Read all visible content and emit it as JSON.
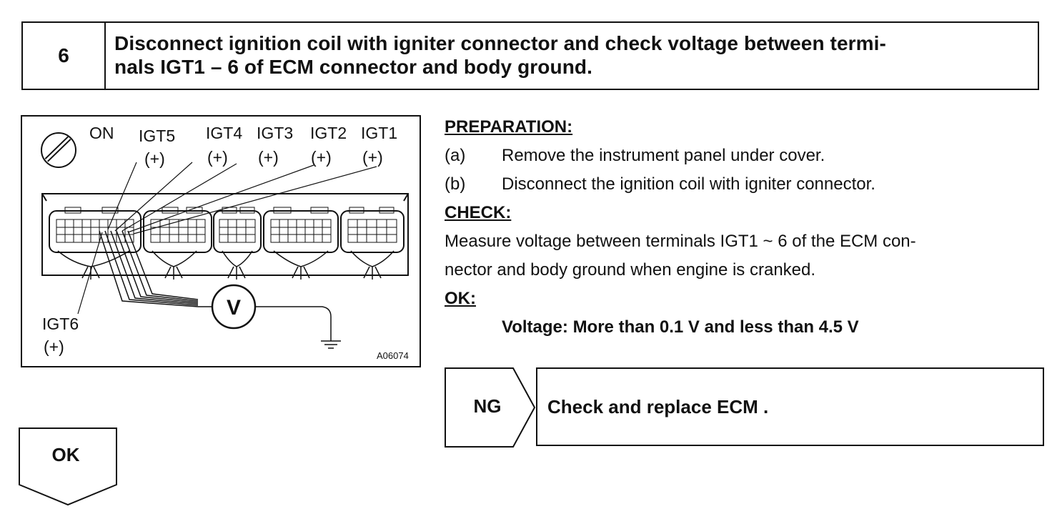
{
  "step": {
    "number": "6",
    "title_line1": "Disconnect ignition coil with igniter connector and check voltage between termi-",
    "title_line2": "nals IGT1 – 6 of ECM connector and body ground."
  },
  "diagram": {
    "ignition_label": "ON",
    "labels": {
      "igt5": "IGT5",
      "igt4": "IGT4",
      "igt3": "IGT3",
      "igt2": "IGT2",
      "igt1": "IGT1",
      "igt6": "IGT6",
      "plus": "(+)"
    },
    "meter_symbol": "V",
    "code": "A06074"
  },
  "preparation": {
    "heading": "PREPARATION:",
    "items": [
      {
        "label": "(a)",
        "text": "Remove the instrument panel under cover."
      },
      {
        "label": "(b)",
        "text": "Disconnect the ignition coil with igniter connector."
      }
    ]
  },
  "check": {
    "heading": "CHECK:",
    "line1": "Measure voltage between terminals IGT1 ~ 6 of the ECM con-",
    "line2": "nector and body ground when engine is cranked."
  },
  "ok_spec": {
    "heading": "OK:",
    "value": "Voltage: More than 0.1 V and less than 4.5 V"
  },
  "flow": {
    "ng_label": "NG",
    "ng_action": "Check and replace ECM .",
    "ok_label": "OK"
  }
}
